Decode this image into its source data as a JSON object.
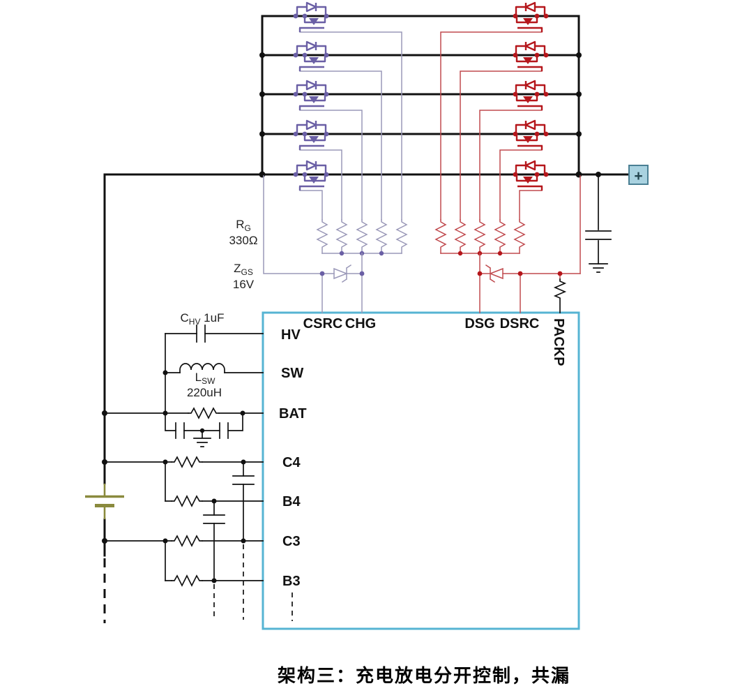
{
  "caption": "架构三：充电放电分开控制，共漏",
  "ic": {
    "top_pins": [
      {
        "label": "CSRC"
      },
      {
        "label": "CHG"
      },
      {
        "label": "DSG"
      },
      {
        "label": "DSRC"
      },
      {
        "label": "PACKP"
      }
    ],
    "left_pins": [
      {
        "label": "HV"
      },
      {
        "label": "SW"
      },
      {
        "label": "BAT"
      },
      {
        "label": "C4"
      },
      {
        "label": "B4"
      },
      {
        "label": "C3"
      },
      {
        "label": "B3"
      }
    ]
  },
  "components": {
    "gate_resistor": {
      "name": "R",
      "sub": "G",
      "value": "330Ω"
    },
    "gate_zener": {
      "name": "Z",
      "sub": "GS",
      "value": "16V"
    },
    "hv_capacitor": {
      "name": "C",
      "sub": "HV",
      "value": " 1uF"
    },
    "sw_inductor": {
      "name": "L",
      "sub": "SW",
      "value": "220uH"
    }
  },
  "pack_terminal": {
    "label": "+"
  },
  "colors": {
    "wire": "#111111",
    "charge_fet": "#6a5fa5",
    "charge_wire": "#9a98b8",
    "discharge_fet": "#b5161b",
    "discharge_wire": "#c04a4e",
    "ic_border": "#56b4d3",
    "battery": "#8a8a3d",
    "pack_box_fill": "#a9d2e0",
    "pack_box_border": "#4a7f93"
  }
}
